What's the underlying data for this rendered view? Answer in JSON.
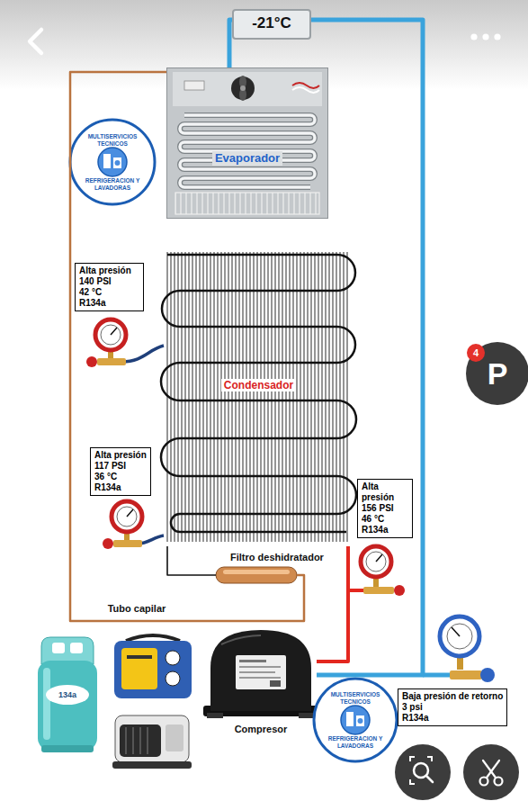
{
  "diagram": {
    "nodes": [
      {
        "text": [
          "-21°C"
        ]
      },
      {
        "text": [
          "Evaporador"
        ]
      },
      {
        "text": [
          "Alta presión",
          "140 PSI",
          "42 °C",
          "R134a"
        ]
      },
      {
        "text": [
          "Condensador"
        ]
      },
      {
        "text": [
          "Alta presión",
          "117 PSI",
          "36 °C",
          "R134a"
        ]
      },
      {
        "text": [
          "Alta presión",
          "156 PSI",
          "46 °C",
          "R134a"
        ]
      },
      {
        "text": [
          "Filtro deshidratador"
        ]
      },
      {
        "text": [
          "Compresor"
        ]
      },
      {
        "text": [
          "Baja presión de retorno",
          "3 psi",
          "R134a"
        ]
      }
    ],
    "edges": [
      {
        "from": 7,
        "to": 3,
        "arrow": "none"
      },
      {
        "from": 3,
        "to": 6,
        "arrow": "none"
      },
      {
        "from": 6,
        "to": 1,
        "label": "Tubo capilar",
        "arrow": "none"
      },
      {
        "from": 1,
        "to": 7,
        "arrow": "none"
      }
    ],
    "labels": [
      "MULTISERVICIOS TECNICOS",
      "REFRIGERACION Y LAVADORAS",
      "MULTISERVICIOS TECNICOS",
      "REFRIGERACION Y LAVADORAS",
      "134a",
      "4",
      "P"
    ]
  }
}
